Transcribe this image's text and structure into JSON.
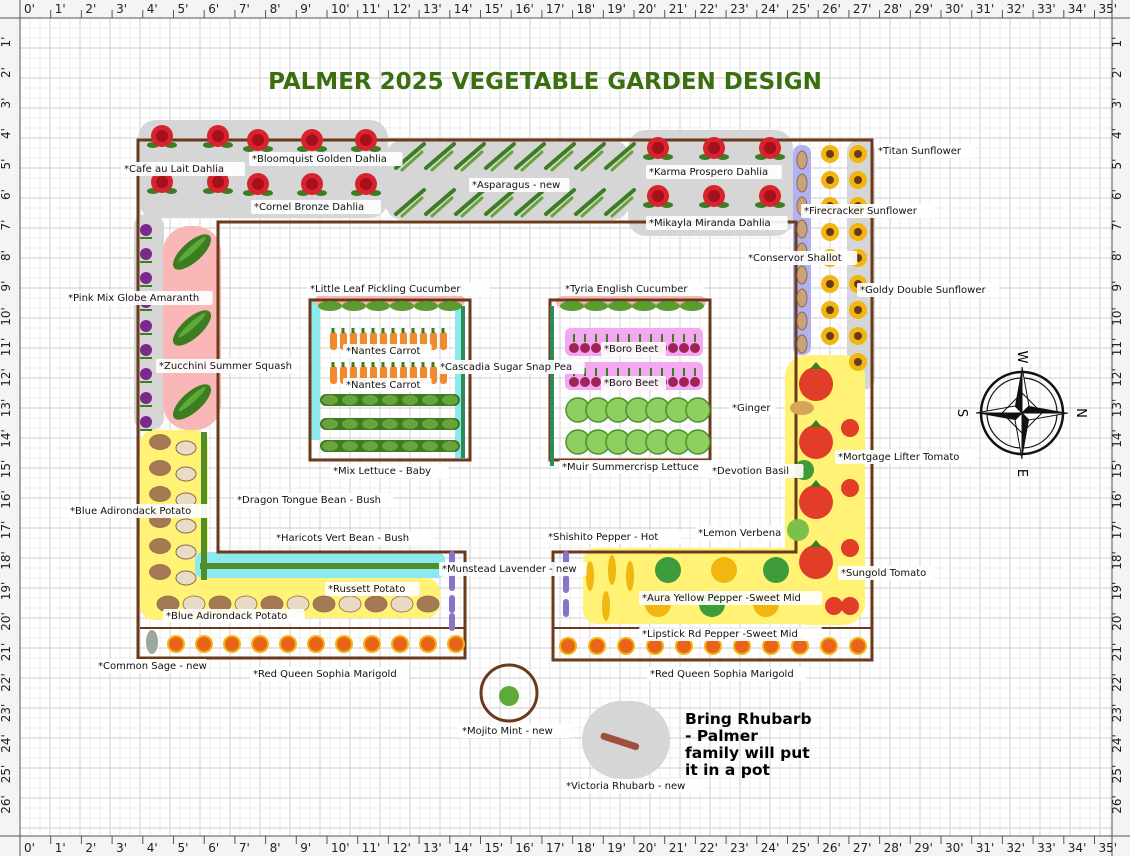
{
  "title": "PALMER 2025 VEGETABLE GARDEN DESIGN",
  "ruler_x": [
    "0'",
    "1'",
    "2'",
    "3'",
    "4'",
    "5'",
    "6'",
    "7'",
    "8'",
    "9'",
    "10'",
    "11'",
    "12'",
    "13'",
    "14'",
    "15'",
    "16'",
    "17'",
    "18'",
    "19'",
    "20'",
    "21'",
    "22'",
    "23'",
    "24'",
    "25'",
    "26'",
    "27'",
    "28'",
    "29'",
    "30'",
    "31'",
    "32'",
    "33'",
    "34'",
    "35'"
  ],
  "ruler_y": [
    "1'",
    "2'",
    "3'",
    "4'",
    "5'",
    "6'",
    "7'",
    "8'",
    "9'",
    "10'",
    "11'",
    "12'",
    "13'",
    "14'",
    "15'",
    "16'",
    "17'",
    "18'",
    "19'",
    "20'",
    "21'",
    "22'",
    "23'",
    "24'",
    "25'",
    "26'"
  ],
  "labels": {
    "cafe_au_lait": "*Cafe au Lait Dahlia",
    "bloomquist": "*Bloomquist Golden Dahlia",
    "cornel": "*Cornel Bronze Dahlia",
    "asparagus": "*Asparagus - new",
    "karma": "*Karma Prospero Dahlia",
    "mikayla": "*Mikayla Miranda Dahlia",
    "titan": "*Titan Sunflower",
    "firecracker": "*Firecracker Sunflower",
    "conservor": "*Conservor Shallot",
    "goldy": "*Goldy Double Sunflower",
    "amaranth": "*Pink Mix Globe Amaranth",
    "zucchini": "*Zucchini Summer Squash",
    "little_leaf": "*Little Leaf Pickling Cucumber",
    "nantes1": "*Nantes Carrot",
    "nantes2": "*Nantes Carrot",
    "snap_pea": "*Cascadia Sugar Snap Pea",
    "mix_lettuce": "*Mix Lettuce - Baby",
    "tyria": "*Tyria English Cucumber",
    "boro1": "*Boro Beet",
    "boro2": "*Boro Beet",
    "muir": "*Muir Summercrisp Lettuce",
    "ginger": "*Ginger",
    "devotion": "*Devotion Basil",
    "mortgage": "*Mortgage Lifter Tomato",
    "lemon_verbena": "*Lemon Verbena",
    "sungold": "*Sungold Tomato",
    "blue_adirondack1": "*Blue Adirondack Potato",
    "dragon_tongue": "*Dragon Tongue Bean - Bush",
    "haricots": "*Haricots Vert Bean - Bush",
    "russett": "*Russett Potato",
    "blue_adirondack2": "*Blue Adirondack Potato",
    "lavender": "*Munstead Lavender - new",
    "shishito": "*Shishito Pepper - Hot",
    "aura": "*Aura Yellow Pepper -Sweet Mid",
    "lipstick": "*Lipstick Rd Pepper -Sweet Mid",
    "common_sage": "*Common Sage - new",
    "marigold_left": "*Red Queen Sophia Marigold",
    "marigold_right": "*Red Queen Sophia Marigold",
    "mojito": "*Mojito Mint - new",
    "rhubarb": "*Victoria Rhubarb - new"
  },
  "note_lines": [
    "Bring Rhubarb",
    "- Palmer",
    "family will put",
    "it in a pot"
  ],
  "compass": {
    "n": "N",
    "s": "S",
    "e": "E",
    "w": "W"
  },
  "colors": {
    "title": "#3b6e0f",
    "bed_border": "#6b3a1a",
    "grid": "#dcdcdc",
    "ruler_bg": "#f4f4f4",
    "tomato": "#e23d28",
    "dahlia": "#d8232f",
    "sunflower": "#f2b611",
    "zucchini": "#3d7d22",
    "lettuce": "#8fcf5f",
    "beet": "#a02357",
    "carrot": "#f08a2c",
    "potato": "#a57953",
    "highlight_yellow": "#fff275",
    "highlight_pink": "#f9b7b7",
    "highlight_gray": "#d6d6d6",
    "highlight_cyan": "#8be9ef",
    "highlight_violet": "#b2b1f2",
    "highlight_magenta": "#f3a8f1"
  }
}
